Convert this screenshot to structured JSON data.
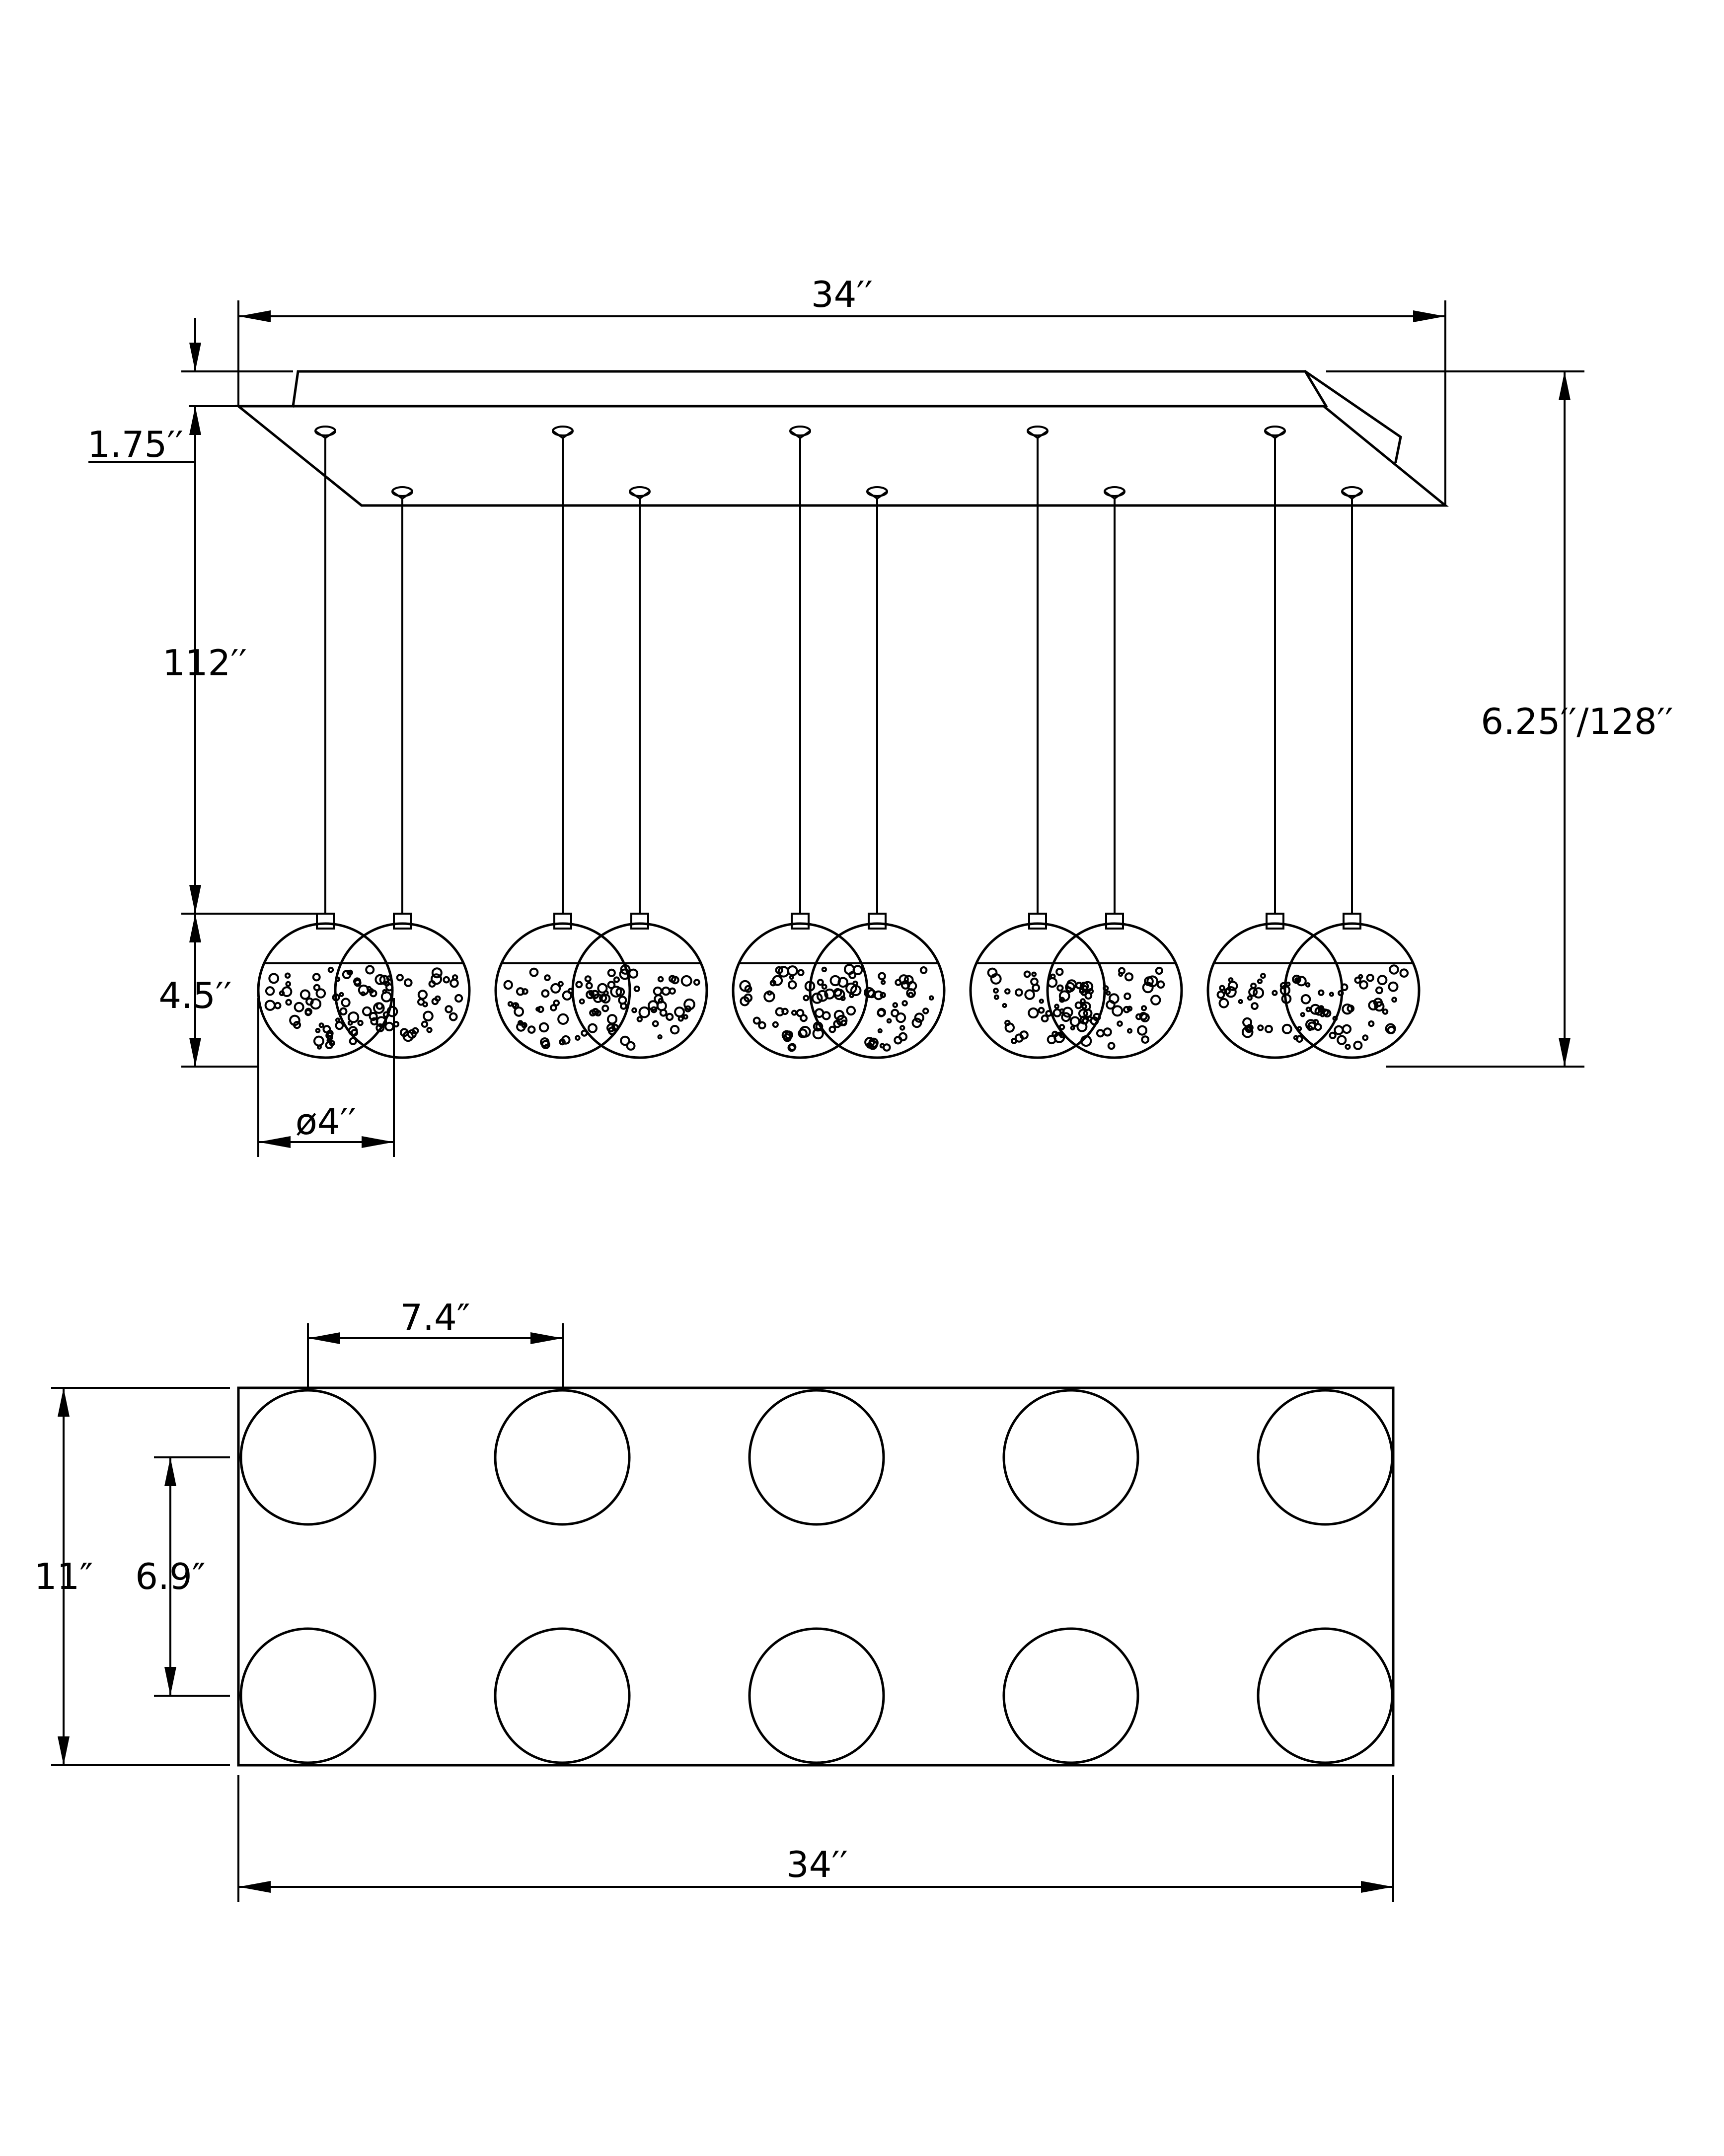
{
  "side_view": {
    "width_label": "34′′",
    "canopy_height_label": "1.75′′",
    "cord_length_label": "112′′",
    "globe_height_label": "4.5′′",
    "globe_diameter_label": "ø4′′",
    "overall_height_label": "6.25′′/128′′",
    "pendant_count": 10
  },
  "top_view": {
    "spacing_x_label": "7.4″",
    "spacing_y_label": "6.9″",
    "depth_label": "11″",
    "width_label": "34′′",
    "rows": 2,
    "columns": 5
  }
}
